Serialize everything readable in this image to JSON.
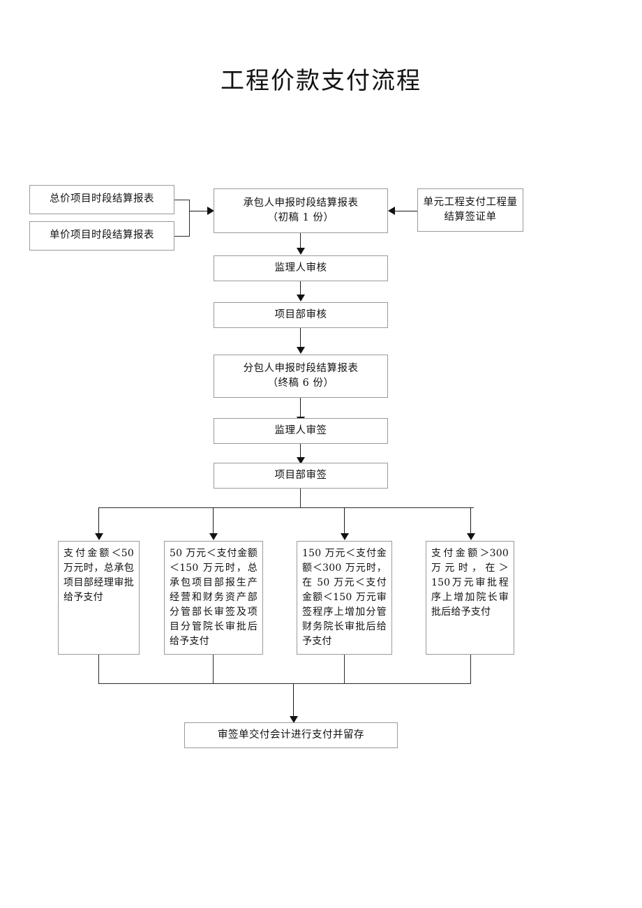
{
  "document": {
    "title": "工程价款支付流程"
  },
  "flowchart": {
    "inputs_left": [
      {
        "label": "总价项目时段结算报表"
      },
      {
        "label": "单价项目时段结算报表"
      }
    ],
    "input_right": {
      "label": "单元工程支付工程量结算签证单"
    },
    "main_chain": [
      {
        "label": "承包人申报时段结算报表",
        "sub": "（初稿 1 份）"
      },
      {
        "label": "监理人审核",
        "sub": ""
      },
      {
        "label": "项目部审核",
        "sub": ""
      },
      {
        "label": "分包人申报时段结算报表",
        "sub": "（终稿 6 份）"
      },
      {
        "label": "监理人审签",
        "sub": ""
      },
      {
        "label": "项目部审签",
        "sub": ""
      }
    ],
    "branches": [
      {
        "label": "支付金额＜50万元时，总承包项目部经理审批给予支付"
      },
      {
        "label": "50 万元＜支付金额＜150 万元时，总承包项目部报生产经营和财务资产部分管部长审签及项目分管院长审批后给予支付"
      },
      {
        "label": "150 万元＜支付金额＜300 万元时，在 50 万元＜支付金额＜150 万元审签程序上增加分管财务院长审批后给予支付"
      },
      {
        "label": "支付金额＞300万元时，在＞150万元审批程序上增加院长审批后给予支付"
      }
    ],
    "final": {
      "label": "审签单交付会计进行支付并留存"
    }
  },
  "style": {
    "box_border_color": "#9a9a9a",
    "connector_color": "#1a1a1a",
    "background": "#ffffff",
    "text_color": "#101010"
  }
}
